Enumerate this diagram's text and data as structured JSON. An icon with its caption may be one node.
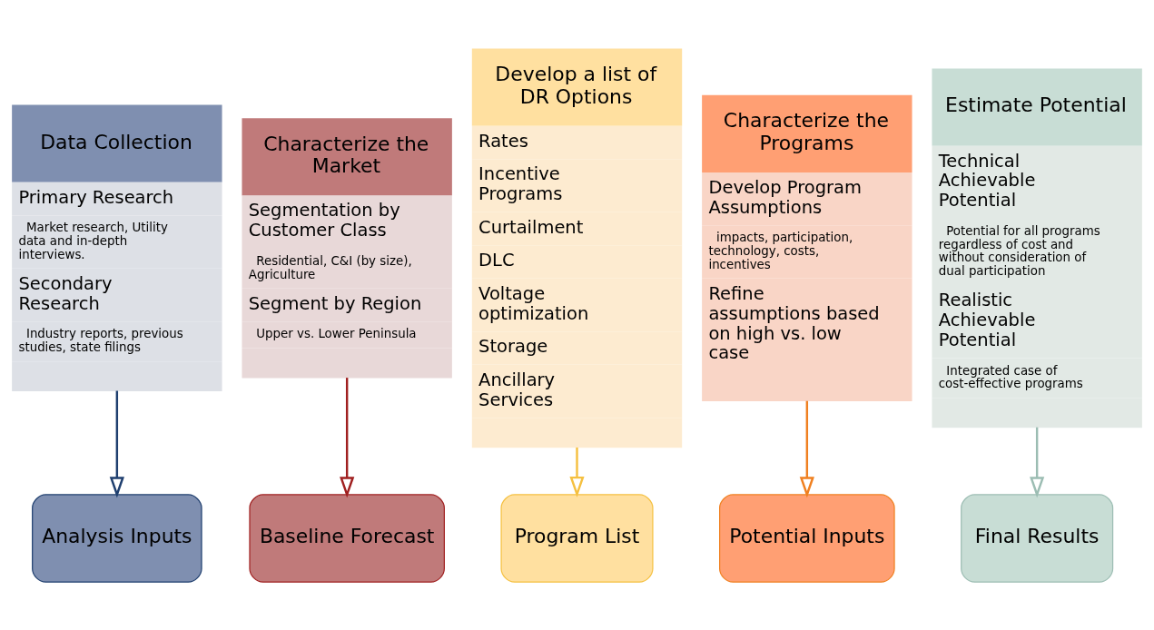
{
  "diagram": {
    "nodes": [
      {
        "text": [
          "Data Collection",
          "Primary Research",
          "Market research, Utility data and in-depth interviews.",
          "Secondary Research",
          "Industry reports, previous studies, state filings"
        ]
      },
      {
        "text": [
          "Characterize the Market",
          "Segmentation by Customer Class",
          "Residential, C&I (by size), Agriculture",
          "Segment by Region",
          "Upper vs. Lower Peninsula"
        ]
      },
      {
        "text": [
          "Develop a list of DR Options",
          "Rates",
          "Incentive Programs",
          "Curtailment",
          "DLC",
          "Voltage optimization",
          "Storage",
          "Ancillary Services"
        ]
      },
      {
        "text": [
          "Characterize the Programs",
          "Develop Program Assumptions",
          "impacts, participation, technology, costs, incentives",
          "Refine assumptions based on high vs. low case"
        ]
      },
      {
        "text": [
          "Estimate Potential",
          "Technical Achievable Potential",
          "Potential for all programs regardless of cost and without consideration of dual participation",
          "Realistic Achievable Potential",
          "Integrated case of cost-effective programs"
        ]
      },
      {
        "text": [
          "Analysis Inputs"
        ]
      },
      {
        "text": [
          "Baseline Forecast"
        ]
      },
      {
        "text": [
          "Program List"
        ]
      },
      {
        "text": [
          "Potential Inputs"
        ]
      },
      {
        "text": [
          "Final Results"
        ]
      }
    ],
    "edges": [
      {
        "from": 0,
        "to": 5,
        "arrow": "to",
        "color": "#1f3f6f"
      },
      {
        "from": 1,
        "to": 6,
        "arrow": "to",
        "color": "#a02020"
      },
      {
        "from": 2,
        "to": 7,
        "arrow": "to",
        "color": "#f5c040"
      },
      {
        "from": 3,
        "to": 8,
        "arrow": "to",
        "color": "#f08020"
      },
      {
        "from": 4,
        "to": 9,
        "arrow": "to",
        "color": "#9cbdb3"
      }
    ]
  }
}
